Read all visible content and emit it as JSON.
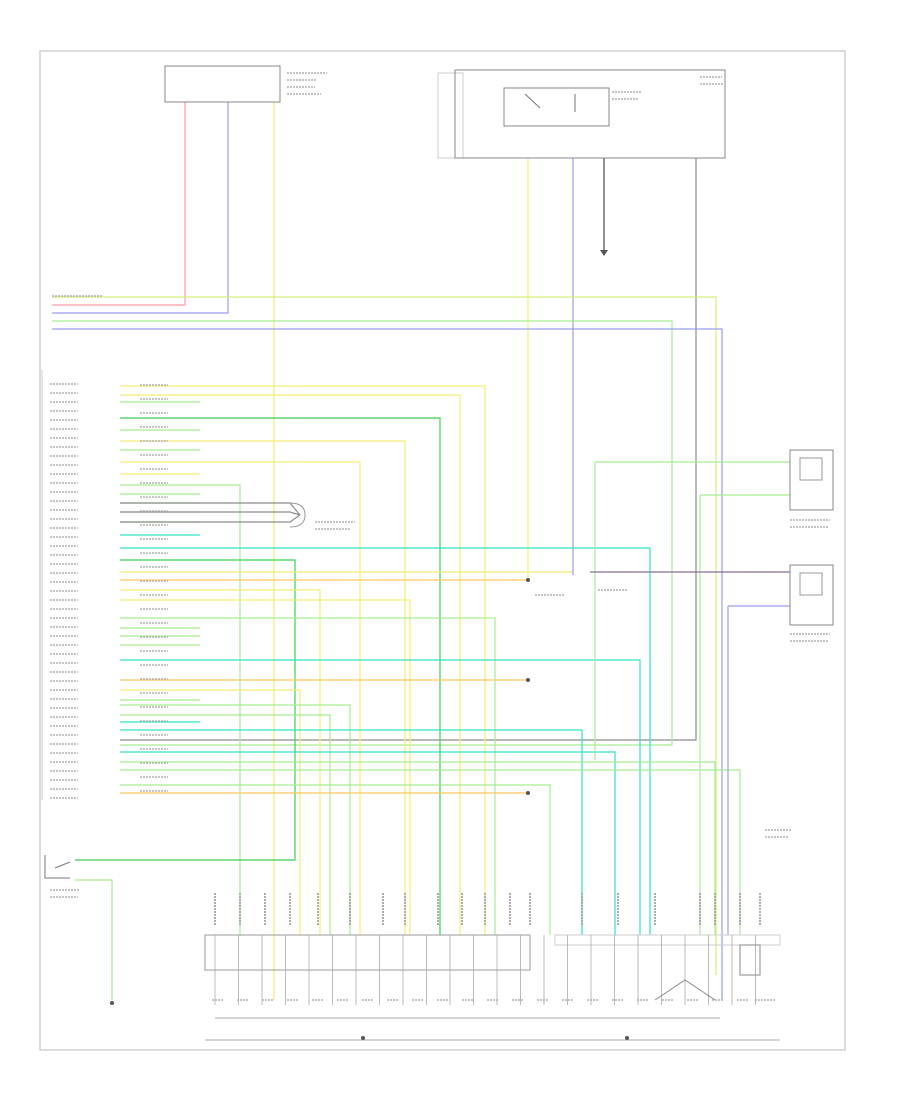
{
  "diagram": {
    "page_code": "",
    "wire_colors": {
      "red": "#ff9aa8",
      "blue": "#9a9cf0",
      "yellow": "#f4ec76",
      "green": "#39d150",
      "light_green": "#a6ec92",
      "cyan": "#34e0c4",
      "orange": "#ffc65e",
      "purple": "#8a6c9c",
      "gray": "#8c8c8c",
      "dark_gray": "#4a4a4a",
      "lime": "#d4f07a"
    },
    "components": [
      {
        "id": "top-left-module",
        "label": ""
      },
      {
        "id": "top-right-relay-module",
        "label": ""
      },
      {
        "id": "powertrain-control-module",
        "label": ""
      },
      {
        "id": "upstream-oxygen-sensor",
        "label": ""
      },
      {
        "id": "downstream-oxygen-sensor",
        "label": ""
      },
      {
        "id": "transmission-range-sensor-switch",
        "label": ""
      },
      {
        "id": "transmission-solenoid-assembly",
        "label": ""
      },
      {
        "id": "ground-point",
        "label": ""
      }
    ]
  }
}
